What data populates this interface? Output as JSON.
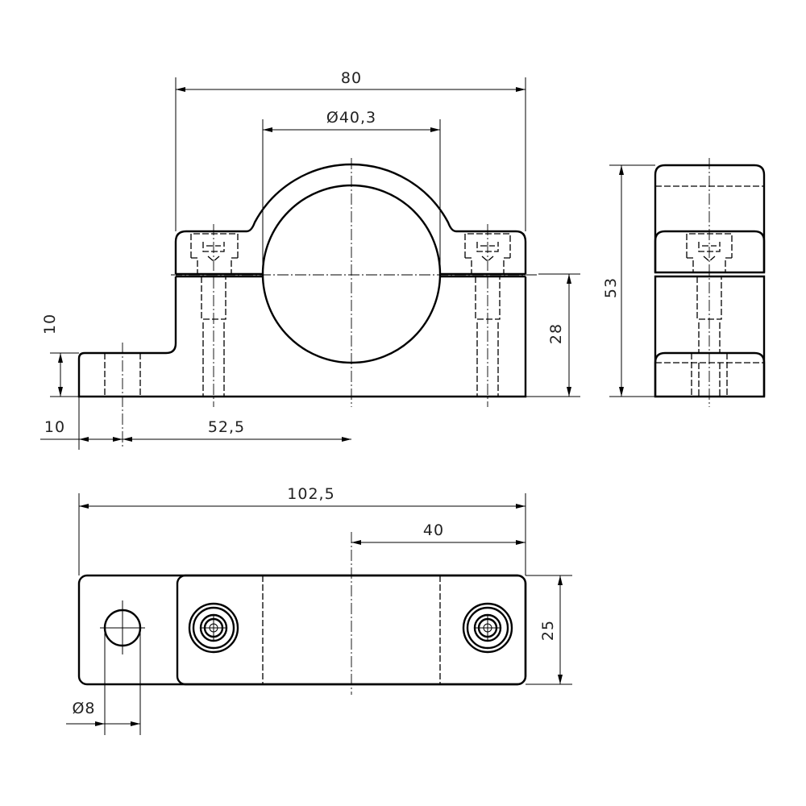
{
  "drawing": {
    "front_view": {
      "overall_width": "80",
      "bore_diameter": "Ø40,3",
      "axis_height": "28",
      "foot_height": "10",
      "foot_hole_offset": "10",
      "hole_to_axis": "52,5"
    },
    "side_view": {
      "overall_height": "53"
    },
    "top_view": {
      "overall_length": "102,5",
      "axis_to_end": "40",
      "depth": "25",
      "hole_diameter": "Ø8"
    }
  }
}
